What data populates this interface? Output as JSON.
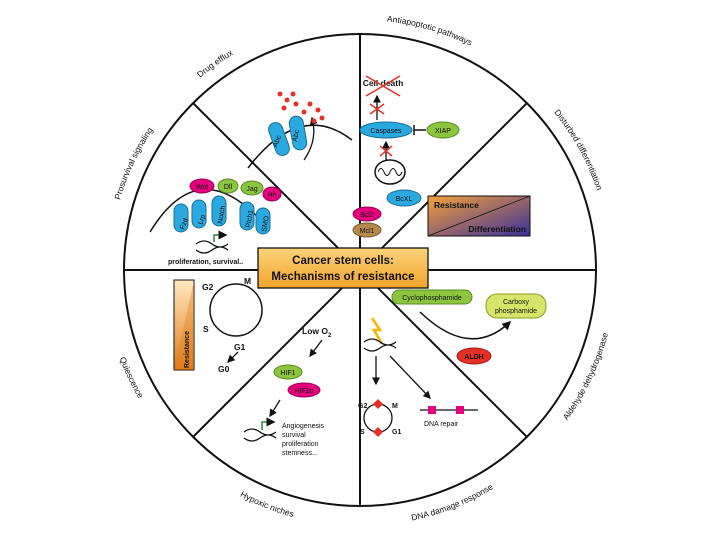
{
  "center": {
    "line1": "Cancer stem cells:",
    "line2": "Mechanisms of resistance"
  },
  "sectors": {
    "drug_efflux": "Drug efflux",
    "antiapoptotic": "Antiapoptotic pathways",
    "disturbed_differentiation": "Disturbed differentiation",
    "aldehyde_dehydrogenase": "Aldehyde dehydrogenase",
    "dna_damage": "DNA damage response",
    "hypoxic_niches": "Hypoxic niches",
    "quiescence": "Quiescence",
    "prosurvival": "Prosurvival signaling"
  },
  "efflux": {
    "abc1": "Abc",
    "abc2": "Abc"
  },
  "apoptosis": {
    "cell_death": "Cell death",
    "caspases": "Caspases",
    "xiap": "XIAP",
    "bcxl": "BcXL",
    "bcl2": "Bcl2",
    "mcl1": "Mcl1"
  },
  "differentiation": {
    "resistance": "Resistance",
    "differentiation": "Differentiation"
  },
  "aldh": {
    "cyclophosphamide": "Cyclophosphamide",
    "carboxy1": "Carboxy",
    "carboxy2": "phosphamide",
    "enzyme": "ALDH"
  },
  "dna": {
    "g2": "G2",
    "m": "M",
    "s": "S",
    "g1": "G1",
    "repair": "DNA repair"
  },
  "hypoxia": {
    "low_o2": "Low O",
    "o2_sub": "2",
    "hif1": "HIF1",
    "hif2a": "HIF2α",
    "out1": "Angiogenesis",
    "out2": "survival",
    "out3": "proliferation",
    "out4": "stemness..."
  },
  "quiescence": {
    "g2": "G2",
    "m": "M",
    "s": "S",
    "g1": "G1",
    "g0": "G0",
    "resistance": "Resistance"
  },
  "signaling": {
    "wnt": "Wnt",
    "dll": "Dll",
    "jag": "Jag",
    "hh": "Hh",
    "lrp": "Lrp",
    "fzd": "Fzd",
    "notch": "Notch",
    "ptch1": "Ptch1",
    "smo": "SMO",
    "output": "proliferation, survival.."
  },
  "colors": {
    "blue": "#29a9df",
    "green": "#8cc63f",
    "magenta": "#e6007e",
    "red": "#e63027",
    "orange": "#f7941d",
    "brown": "#b58a4c",
    "navy": "#2e3192"
  }
}
